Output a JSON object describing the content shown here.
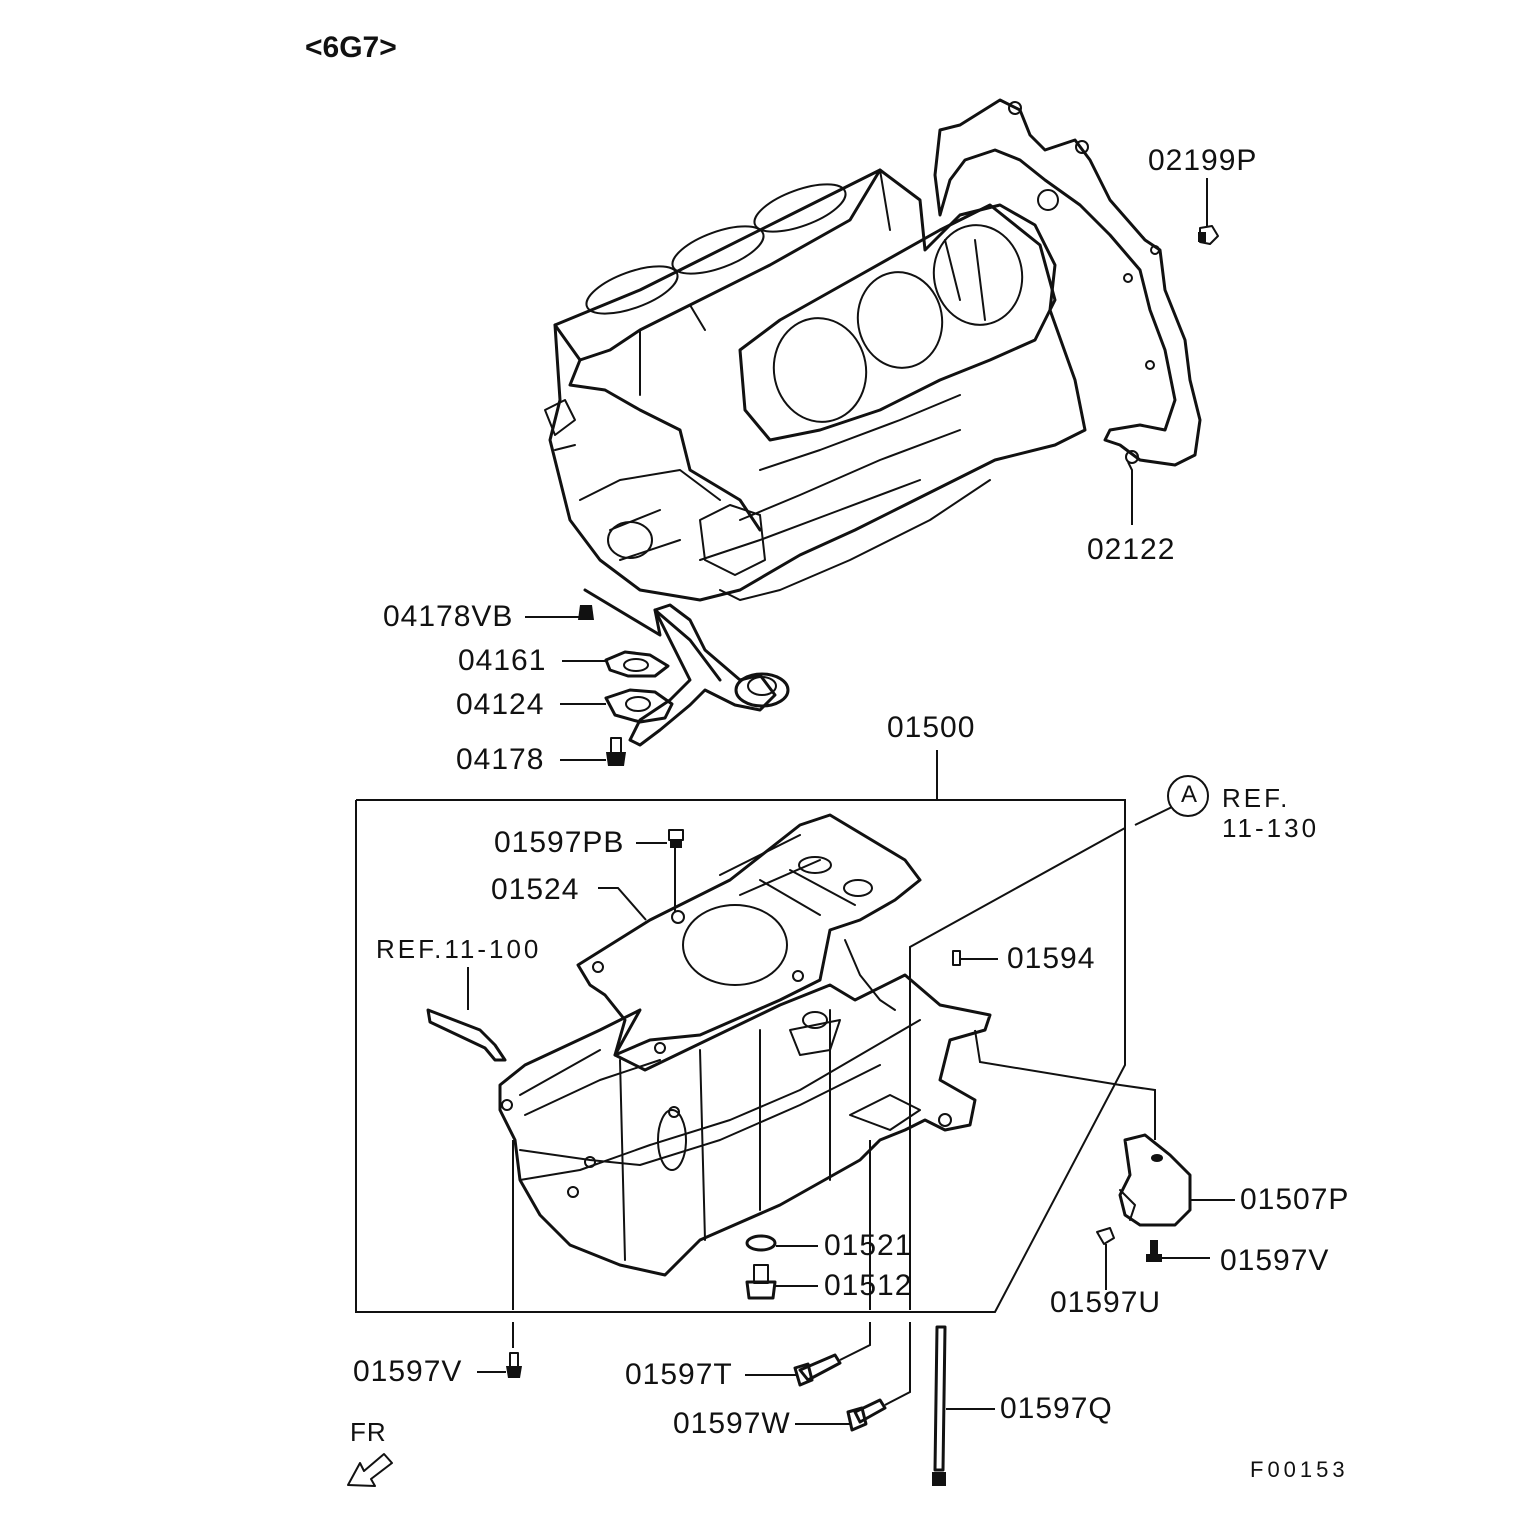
{
  "diagram": {
    "variant": "<6G7>",
    "figure_code": "F00153",
    "direction": "FR",
    "callout_letter": "A",
    "callout_ref": [
      "REF.",
      "11-130"
    ],
    "sealant_ref": "REF.11-100"
  },
  "parts": [
    {
      "key": "p02199P",
      "number": "02199P"
    },
    {
      "key": "p02122",
      "number": "02122"
    },
    {
      "key": "p04178VB",
      "number": "04178VB"
    },
    {
      "key": "p04161",
      "number": "04161"
    },
    {
      "key": "p04124",
      "number": "04124"
    },
    {
      "key": "p04178",
      "number": "04178"
    },
    {
      "key": "p01500",
      "number": "01500"
    },
    {
      "key": "p01597PB",
      "number": "01597PB"
    },
    {
      "key": "p01524",
      "number": "01524"
    },
    {
      "key": "p01594",
      "number": "01594"
    },
    {
      "key": "p01507P",
      "number": "01507P"
    },
    {
      "key": "p01597V_r",
      "number": "01597V"
    },
    {
      "key": "p01597U",
      "number": "01597U"
    },
    {
      "key": "p01521",
      "number": "01521"
    },
    {
      "key": "p01512",
      "number": "01512"
    },
    {
      "key": "p01597V_l",
      "number": "01597V"
    },
    {
      "key": "p01597T",
      "number": "01597T"
    },
    {
      "key": "p01597W",
      "number": "01597W"
    },
    {
      "key": "p01597Q",
      "number": "01597Q"
    }
  ]
}
